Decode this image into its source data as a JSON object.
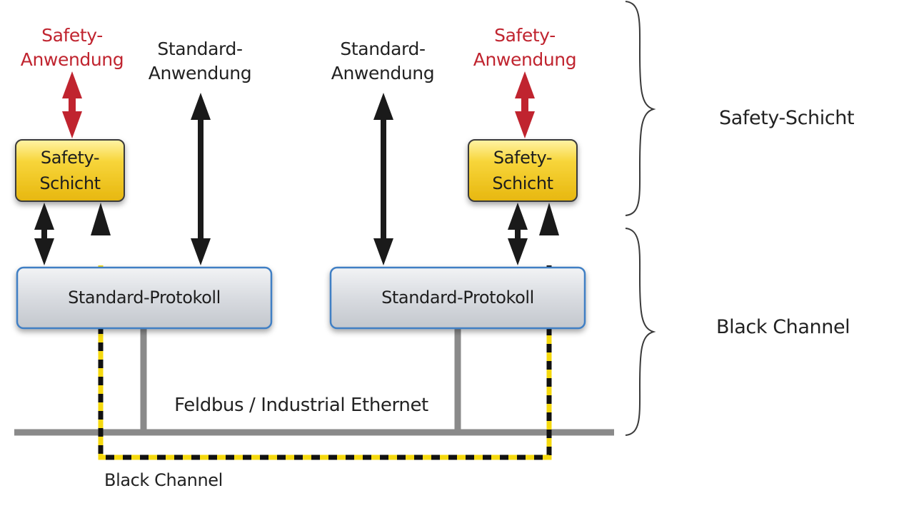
{
  "nodes": {
    "safety_app_left": {
      "line1": "Safety-",
      "line2": "Anwendung"
    },
    "std_app_left": {
      "line1": "Standard-",
      "line2": "Anwendung"
    },
    "std_app_right": {
      "line1": "Standard-",
      "line2": "Anwendung"
    },
    "safety_app_right": {
      "line1": "Safety-",
      "line2": "Anwendung"
    },
    "safety_layer_left": {
      "line1": "Safety-",
      "line2": "Schicht"
    },
    "safety_layer_right": {
      "line1": "Safety-",
      "line2": "Schicht"
    },
    "protocol_left": {
      "label": "Standard-Protokoll"
    },
    "protocol_right": {
      "label": "Standard-Protokoll"
    },
    "bus": {
      "label": "Feldbus / Industrial Ethernet"
    },
    "black_channel_path": {
      "label": "Black Channel"
    }
  },
  "brackets": {
    "upper": {
      "label": "Safety-Schicht"
    },
    "lower": {
      "label": "Black Channel"
    }
  },
  "colors": {
    "safety_text": "#c0242f",
    "safety_arrow": "#c0242f",
    "standard_arrow": "#1a1a1a",
    "safety_box_fill": "#f4c51c",
    "protocol_box_fill": "#d6d9de",
    "protocol_box_border": "#3f7fc4",
    "bus_line": "#8a8a8a",
    "black_channel_dash": "#f5d90f"
  }
}
